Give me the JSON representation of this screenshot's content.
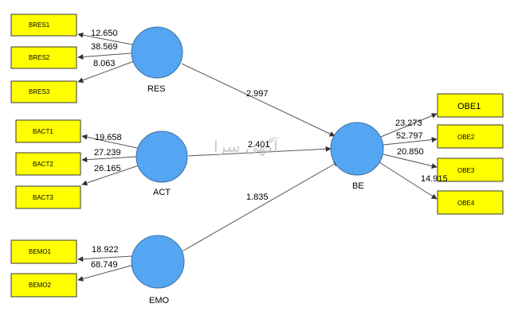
{
  "diagram": {
    "colors": {
      "construct_fill": "#55a6f2",
      "indicator_fill": "#ffff00",
      "line": "#555555"
    },
    "watermark": "آگهی سرا",
    "constructs": {
      "res": "RES",
      "act": "ACT",
      "emo": "EMO",
      "be": "BE"
    },
    "indicators": {
      "bres1": "BRES1",
      "bres2": "BRES2",
      "bres3": "BRES3",
      "bact1": "BACT1",
      "bact2": "BACT2",
      "bact3": "BACT3",
      "bemo1": "BEMO1",
      "bemo2": "BEMO2",
      "obe1": "OBE1",
      "obe2": "OBE2",
      "obe3": "OBE3",
      "obe4": "OBE4"
    },
    "loadings": {
      "bres1": "12.650",
      "bres2": "38.569",
      "bres3": "8.063",
      "bact1": "19.658",
      "bact2": "27.239",
      "bact3": "26.165",
      "bemo1": "18.922",
      "bemo2": "68.749",
      "obe1": "23.273",
      "obe2": "52.797",
      "obe3": "20.850",
      "obe4": "14.915"
    },
    "paths": {
      "res_be": "2.997",
      "act_be": "2.401",
      "emo_be": "1.835"
    }
  }
}
